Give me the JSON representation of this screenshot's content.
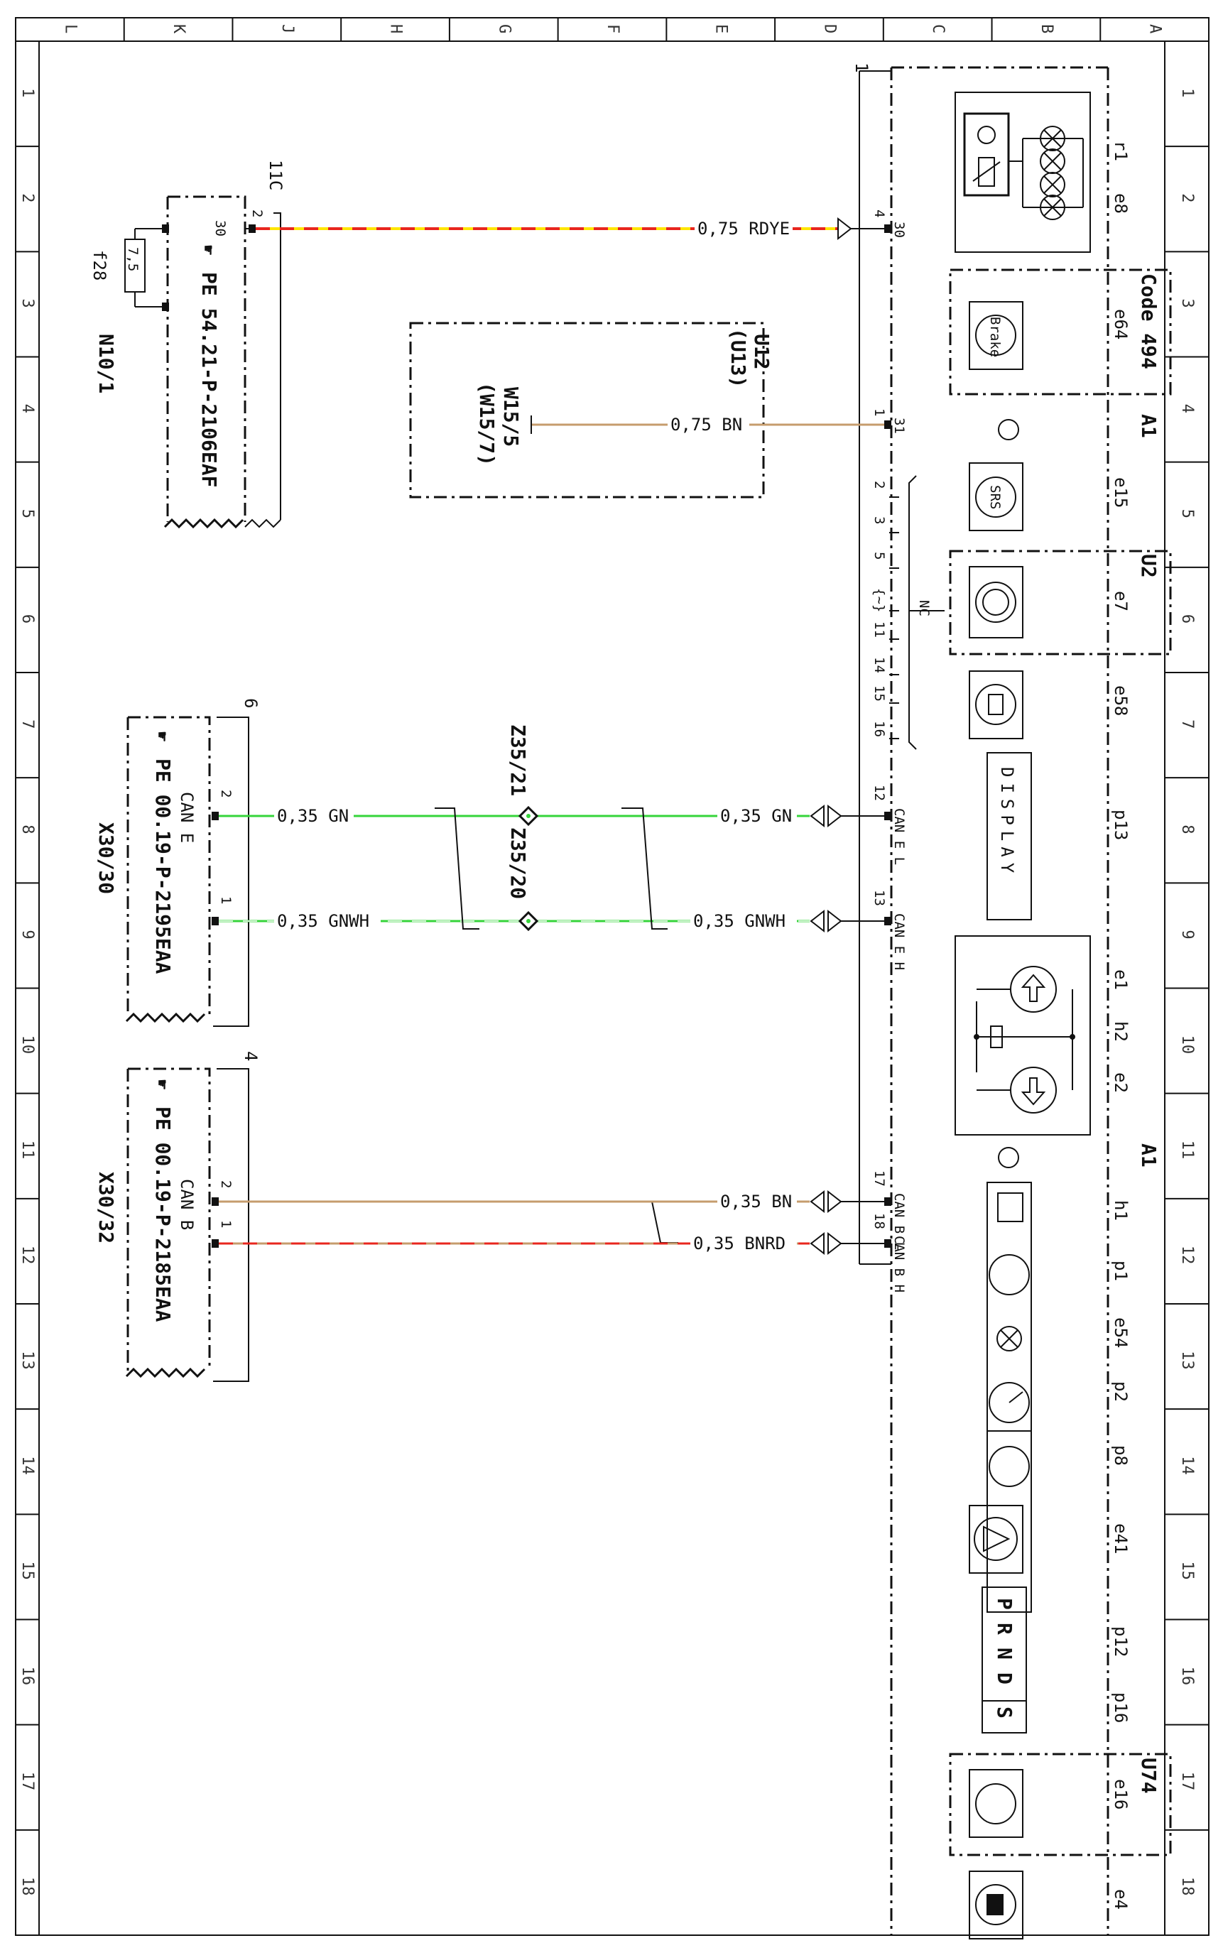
{
  "grid": {
    "columns": [
      "L",
      "K",
      "J",
      "H",
      "G",
      "F",
      "E",
      "D",
      "C",
      "B",
      "A"
    ],
    "rows": [
      "1",
      "2",
      "3",
      "4",
      "5",
      "6",
      "7",
      "8",
      "9",
      "10",
      "11",
      "12",
      "13",
      "14",
      "15",
      "16",
      "17",
      "18"
    ]
  },
  "colors": {
    "yellow": "#ffe600",
    "red": "#e8261e",
    "brown": "#c69c6d",
    "green": "#35d43a",
    "white": "#ffffff",
    "frame": "#111111"
  },
  "n10": {
    "name": "N10/1",
    "connector": "11C",
    "pin_top": "30",
    "pin_right": "2",
    "fuse_name": "f28",
    "fuse_value": "7,5",
    "reference": "PE 54.21-P-2106EAF"
  },
  "u12": {
    "name": "U12",
    "name2": "(U13)",
    "w_name": "W15/5",
    "w_name2": "(W15/7)"
  },
  "x3030": {
    "name": "X30/30",
    "title": "CAN E",
    "connector": "6",
    "pin_a": "2",
    "pin_b": "1",
    "reference": "PE 00.19-P-2195EAA"
  },
  "x3032": {
    "name": "X30/32",
    "title": "CAN B",
    "connector": "4",
    "pin_a": "2",
    "pin_b": "1",
    "reference": "PE 00.19-P-2185EAA"
  },
  "splices": {
    "z1": "Z35/21",
    "z2": "Z35/20"
  },
  "a1": {
    "connector": "1",
    "name": "A1",
    "pins": {
      "p4": "4",
      "s30": "30",
      "p1": "1",
      "s31": "31",
      "nc_list": [
        "2",
        "3",
        "5",
        "{~}",
        "11",
        "14",
        "15",
        "16"
      ],
      "nc": "NC",
      "p12": "12",
      "s_canel": "CAN E L",
      "p13": "13",
      "s_caneh": "CAN E H",
      "p17": "17",
      "s_canbl": "CAN B L",
      "p18": "18",
      "s_canbh": "CAN B H"
    }
  },
  "wires": {
    "rdye": "0,75 RDYE",
    "bn1": "0,75 BN",
    "gn_left": "0,35 GN",
    "gn_right": "0,35 GN",
    "gnwh_left": "0,35 GNWH",
    "gnwh_right": "0,35 GNWH",
    "bn2": "0,35 BN",
    "bnrd": "0,35 BNRD"
  },
  "components": {
    "r1": "r1",
    "e8": "e8",
    "code": "Code 494",
    "e64": "e64",
    "brake": "Brake",
    "e15": "e15",
    "srs": "SRS",
    "u2": "U2",
    "e7": "e7",
    "e58": "e58",
    "p13": "p13",
    "display": "DISPLAY",
    "e1": "e1",
    "h2": "h2",
    "e2": "e2",
    "h1": "h1",
    "p1": "p1",
    "e54": "e54",
    "p2": "p2",
    "p8": "p8",
    "e41": "e41",
    "p12": "p12",
    "p16": "p16",
    "gear_p": "P",
    "gear_r": "R",
    "gear_n": "N",
    "gear_d": "D",
    "gear_s": "S",
    "u74": "U74",
    "e16": "e16",
    "e4": "e4"
  }
}
